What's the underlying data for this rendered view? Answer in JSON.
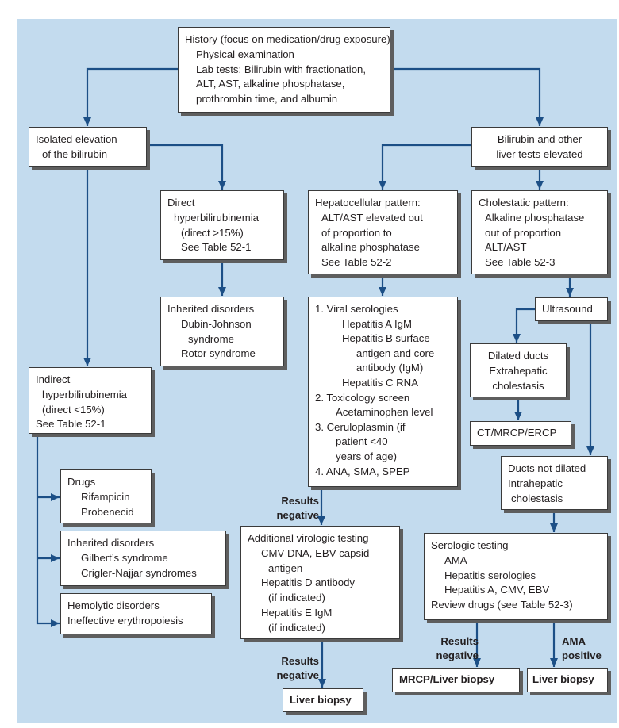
{
  "diagram": {
    "colors": {
      "background": "#c3dbee",
      "connector": "#1c4f86",
      "box_fill": "#ffffff",
      "box_border": "#3a3a3a"
    },
    "nodes": {
      "history": {
        "lines": [
          "History (focus on medication/drug exposure)",
          "Physical examination",
          "Lab tests: Bilirubin with fractionation,",
          "ALT, AST, alkaline phosphatase,",
          "prothrombin time, and albumin"
        ]
      },
      "isolated": {
        "lines": [
          "Isolated elevation",
          "of the bilirubin"
        ]
      },
      "bili_other": {
        "lines": [
          "Bilirubin and other",
          "liver tests elevated"
        ]
      },
      "direct": {
        "lines": [
          "Direct",
          "hyperbilirubinemia",
          "(direct >15%)",
          "See Table 52-1"
        ]
      },
      "inherited_direct": {
        "lines": [
          "Inherited disorders",
          "Dubin-Johnson",
          "syndrome",
          "Rotor syndrome"
        ]
      },
      "indirect": {
        "lines": [
          "Indirect",
          "hyperbilirubinemia",
          "(direct <15%)",
          "See Table 52-1"
        ]
      },
      "drugs": {
        "lines": [
          "Drugs",
          "Rifampicin",
          "Probenecid"
        ]
      },
      "inherited_indirect": {
        "lines": [
          "Inherited disorders",
          "Gilbert’s syndrome",
          "Crigler-Najjar syndromes"
        ]
      },
      "hemolytic": {
        "lines": [
          "Hemolytic disorders",
          "Ineffective erythropoiesis"
        ]
      },
      "hepatocellular": {
        "lines": [
          "Hepatocellular pattern:",
          "ALT/AST elevated out",
          "of proportion to",
          "alkaline phosphatase",
          "See Table 52-2"
        ]
      },
      "cholestatic": {
        "lines": [
          "Cholestatic pattern:",
          "Alkaline phosphatase",
          "out of proportion",
          "ALT/AST",
          "See Table 52-3"
        ]
      },
      "workup": {
        "lines": [
          "1. Viral serologies",
          "Hepatitis A IgM",
          "Hepatitis B surface",
          "antigen and core",
          "antibody (IgM)",
          "Hepatitis C RNA",
          "2. Toxicology screen",
          "Acetaminophen level",
          "3. Ceruloplasmin (if",
          "patient <40",
          "years of age)",
          "4. ANA, SMA, SPEP"
        ]
      },
      "ultrasound": {
        "lines": [
          "Ultrasound"
        ]
      },
      "dilated": {
        "lines": [
          "Dilated ducts",
          "Extrahepatic",
          "cholestasis"
        ]
      },
      "ct": {
        "lines": [
          "CT/MRCP/ERCP"
        ]
      },
      "not_dilated": {
        "lines": [
          "Ducts not dilated",
          "Intrahepatic",
          "cholestasis"
        ]
      },
      "virologic": {
        "lines": [
          "Additional virologic testing",
          "CMV DNA, EBV capsid",
          "antigen",
          "Hepatitis D antibody",
          "(if indicated)",
          "Hepatitis E IgM",
          "(if indicated)"
        ]
      },
      "serologic": {
        "lines": [
          "Serologic testing",
          "AMA",
          "Hepatitis serologies",
          "Hepatitis A, CMV, EBV",
          "Review drugs (see Table 52-3)"
        ]
      },
      "liver_biopsy_1": {
        "lines": [
          "Liver biopsy"
        ]
      },
      "mrcp_biopsy": {
        "lines": [
          "MRCP/Liver biopsy"
        ]
      },
      "liver_biopsy_2": {
        "lines": [
          "Liver biopsy"
        ]
      }
    },
    "edge_labels": {
      "results_negative_1": [
        "Results",
        "negative"
      ],
      "results_negative_2": [
        "Results",
        "negative"
      ],
      "results_negative_3": [
        "Results",
        "negative"
      ],
      "ama_positive": [
        "AMA",
        "positive"
      ]
    }
  }
}
